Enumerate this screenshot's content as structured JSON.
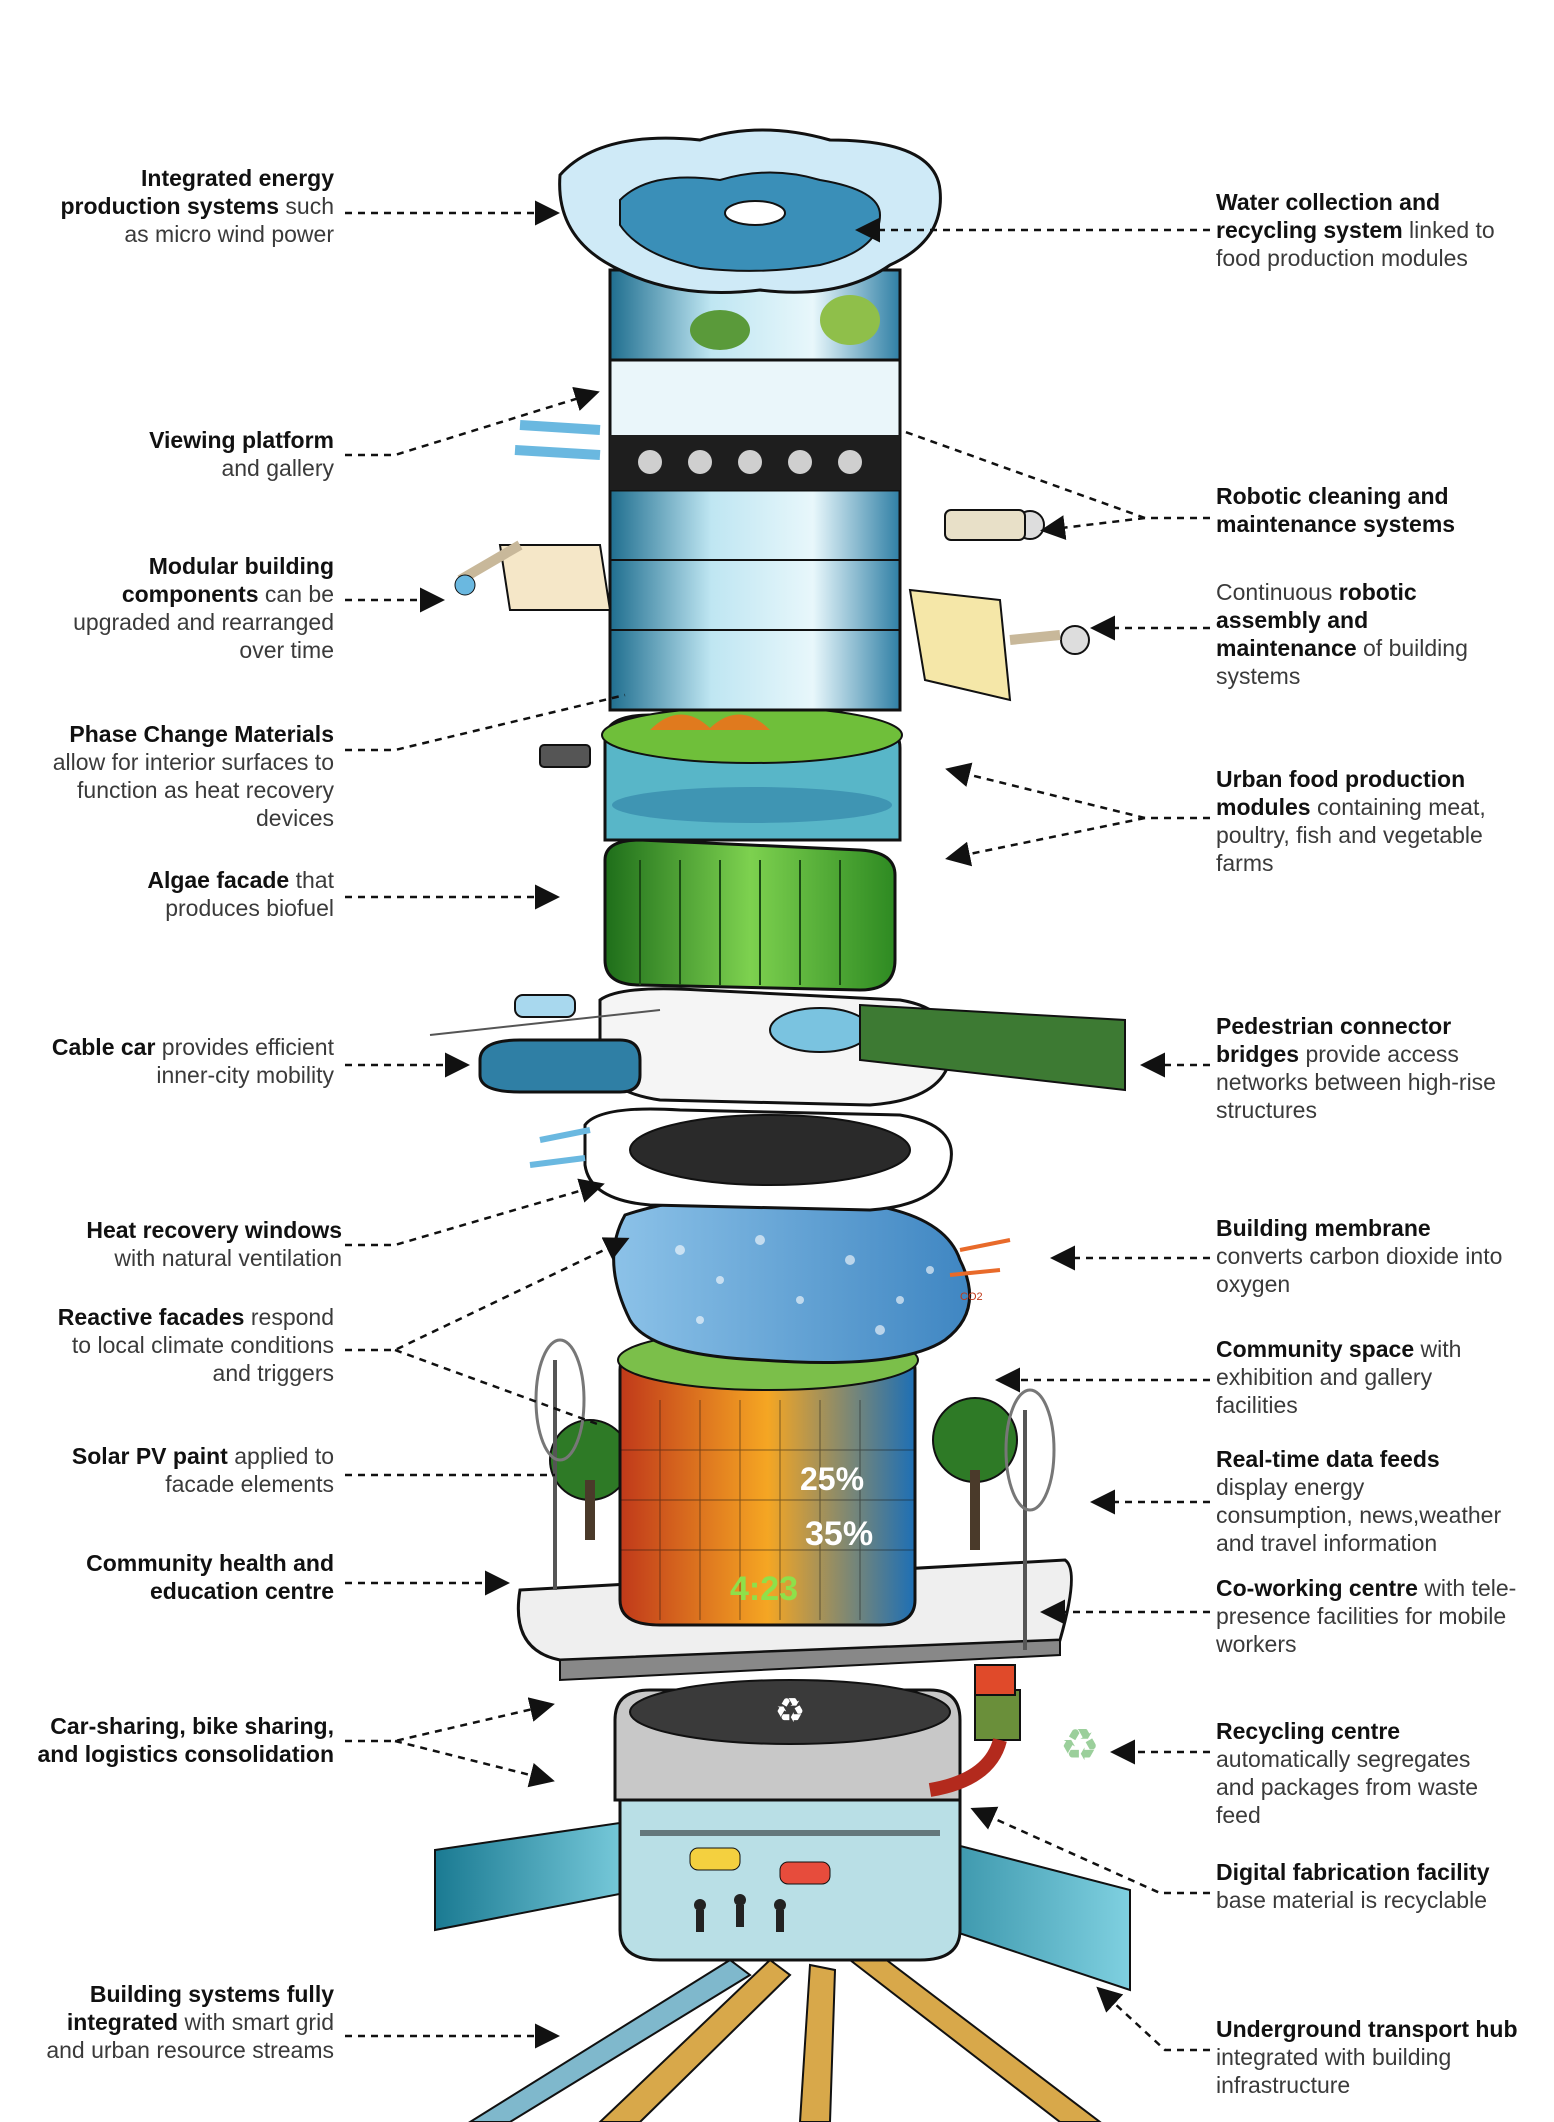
{
  "labels": {
    "left": [
      {
        "id": "energy",
        "lines": [
          [
            [
              "b",
              "Integrated energy"
            ]
          ],
          [
            [
              "b",
              "production systems"
            ],
            [
              "l",
              " such"
            ]
          ],
          [
            [
              "l",
              "as micro wind power"
            ]
          ]
        ]
      },
      {
        "id": "viewing",
        "lines": [
          [
            [
              "b",
              "Viewing platform"
            ]
          ],
          [
            [
              "l",
              "and gallery"
            ]
          ]
        ]
      },
      {
        "id": "modular",
        "lines": [
          [
            [
              "b",
              "Modular building"
            ]
          ],
          [
            [
              "b",
              "components"
            ],
            [
              "l",
              " can be"
            ]
          ],
          [
            [
              "l",
              "upgraded and rearranged"
            ]
          ],
          [
            [
              "l",
              "over time"
            ]
          ]
        ]
      },
      {
        "id": "pcm",
        "lines": [
          [
            [
              "b",
              "Phase Change Materials"
            ]
          ],
          [
            [
              "l",
              "allow for interior surfaces to"
            ]
          ],
          [
            [
              "l",
              "function as heat recovery"
            ]
          ],
          [
            [
              "l",
              "devices"
            ]
          ]
        ]
      },
      {
        "id": "algae",
        "lines": [
          [
            [
              "b",
              "Algae facade"
            ],
            [
              "l",
              " that"
            ]
          ],
          [
            [
              "l",
              "produces biofuel"
            ]
          ]
        ]
      },
      {
        "id": "cablecar",
        "lines": [
          [
            [
              "b",
              "Cable car"
            ],
            [
              "l",
              " provides efficient"
            ]
          ],
          [
            [
              "l",
              "inner-city mobility"
            ]
          ]
        ]
      },
      {
        "id": "heatwin",
        "lines": [
          [
            [
              "b",
              "Heat recovery windows"
            ]
          ],
          [
            [
              "l",
              "with natural ventilation"
            ]
          ]
        ]
      },
      {
        "id": "reactive",
        "lines": [
          [
            [
              "b",
              "Reactive facades"
            ],
            [
              "l",
              " respond"
            ]
          ],
          [
            [
              "l",
              "to local climate conditions"
            ]
          ],
          [
            [
              "l",
              "and triggers"
            ]
          ]
        ]
      },
      {
        "id": "solar",
        "lines": [
          [
            [
              "b",
              "Solar PV paint"
            ],
            [
              "l",
              " applied to"
            ]
          ],
          [
            [
              "l",
              "facade elements"
            ]
          ]
        ]
      },
      {
        "id": "health",
        "lines": [
          [
            [
              "b",
              "Community health and"
            ]
          ],
          [
            [
              "b",
              "education centre"
            ]
          ]
        ]
      },
      {
        "id": "carshare",
        "lines": [
          [
            [
              "b",
              "Car-sharing, bike sharing,"
            ]
          ],
          [
            [
              "b",
              "and logistics consolidation"
            ]
          ]
        ]
      },
      {
        "id": "systems",
        "lines": [
          [
            [
              "b",
              "Building systems fully"
            ]
          ],
          [
            [
              "b",
              "integrated"
            ],
            [
              "l",
              " with smart grid"
            ]
          ],
          [
            [
              "l",
              "and urban resource streams"
            ]
          ]
        ]
      }
    ],
    "right": [
      {
        "id": "water",
        "lines": [
          [
            [
              "b",
              "Water collection and"
            ]
          ],
          [
            [
              "b",
              "recycling system"
            ],
            [
              "l",
              " linked to"
            ]
          ],
          [
            [
              "l",
              "food production modules"
            ]
          ]
        ]
      },
      {
        "id": "robotic",
        "lines": [
          [
            [
              "b",
              "Robotic cleaning and"
            ]
          ],
          [
            [
              "b",
              "maintenance systems"
            ]
          ]
        ]
      },
      {
        "id": "continuous",
        "lines": [
          [
            [
              "l",
              "Continuous "
            ],
            [
              "b",
              "robotic"
            ]
          ],
          [
            [
              "b",
              "assembly and"
            ]
          ],
          [
            [
              "b",
              "maintenance"
            ],
            [
              "l",
              " of building"
            ]
          ],
          [
            [
              "l",
              "systems"
            ]
          ]
        ]
      },
      {
        "id": "food",
        "lines": [
          [
            [
              "b",
              "Urban food production"
            ]
          ],
          [
            [
              "b",
              "modules"
            ],
            [
              "l",
              " containing meat,"
            ]
          ],
          [
            [
              "l",
              "poultry, fish and vegetable"
            ]
          ],
          [
            [
              "l",
              "farms"
            ]
          ]
        ]
      },
      {
        "id": "pedestrian",
        "lines": [
          [
            [
              "b",
              "Pedestrian connector"
            ]
          ],
          [
            [
              "b",
              "bridges"
            ],
            [
              "l",
              " provide access"
            ]
          ],
          [
            [
              "l",
              "networks between high-rise"
            ]
          ],
          [
            [
              "l",
              "structures"
            ]
          ]
        ]
      },
      {
        "id": "membrane",
        "lines": [
          [
            [
              "b",
              "Building membrane"
            ]
          ],
          [
            [
              "l",
              "converts carbon dioxide into"
            ]
          ],
          [
            [
              "l",
              "oxygen"
            ]
          ]
        ]
      },
      {
        "id": "community",
        "lines": [
          [
            [
              "b",
              "Community space"
            ],
            [
              "l",
              " with"
            ]
          ],
          [
            [
              "l",
              "exhibition and gallery"
            ]
          ],
          [
            [
              "l",
              "facilities"
            ]
          ]
        ]
      },
      {
        "id": "datafeeds",
        "lines": [
          [
            [
              "b",
              "Real-time data feeds"
            ]
          ],
          [
            [
              "l",
              "display energy"
            ]
          ],
          [
            [
              "l",
              "consumption, news,weather"
            ]
          ],
          [
            [
              "l",
              "and travel information"
            ]
          ]
        ]
      },
      {
        "id": "coworking",
        "lines": [
          [
            [
              "b",
              "Co-working centre"
            ],
            [
              "l",
              " with tele-"
            ]
          ],
          [
            [
              "l",
              "presence facilities for mobile"
            ]
          ],
          [
            [
              "l",
              "workers"
            ]
          ]
        ]
      },
      {
        "id": "recycling",
        "lines": [
          [
            [
              "b",
              "Recycling centre"
            ]
          ],
          [
            [
              "l",
              "automatically segregates"
            ]
          ],
          [
            [
              "l",
              "and packages from waste"
            ]
          ],
          [
            [
              "l",
              "feed"
            ]
          ]
        ]
      },
      {
        "id": "fabrication",
        "lines": [
          [
            [
              "b",
              "Digital fabrication facility"
            ]
          ],
          [
            [
              "l",
              "base material is recyclable"
            ]
          ]
        ]
      },
      {
        "id": "transport",
        "lines": [
          [
            [
              "b",
              "Underground transport hub"
            ]
          ],
          [
            [
              "l",
              "integrated with building"
            ]
          ],
          [
            [
              "l",
              "infrastructure"
            ]
          ]
        ]
      }
    ]
  },
  "screen_text": {
    "pct1": "25%",
    "pct2": "35%",
    "clock": "4:23",
    "co2": "CO2"
  },
  "colors": {
    "glass": "#bfe6f2",
    "glass_dark": "#2f7fa5",
    "algae": "#4aa832",
    "membrane": "#6fa9d6",
    "screen": "#e8741e",
    "outline": "#1a1a1a",
    "floor": "#f2f2f2",
    "tunnel": "#2c9ab0"
  }
}
